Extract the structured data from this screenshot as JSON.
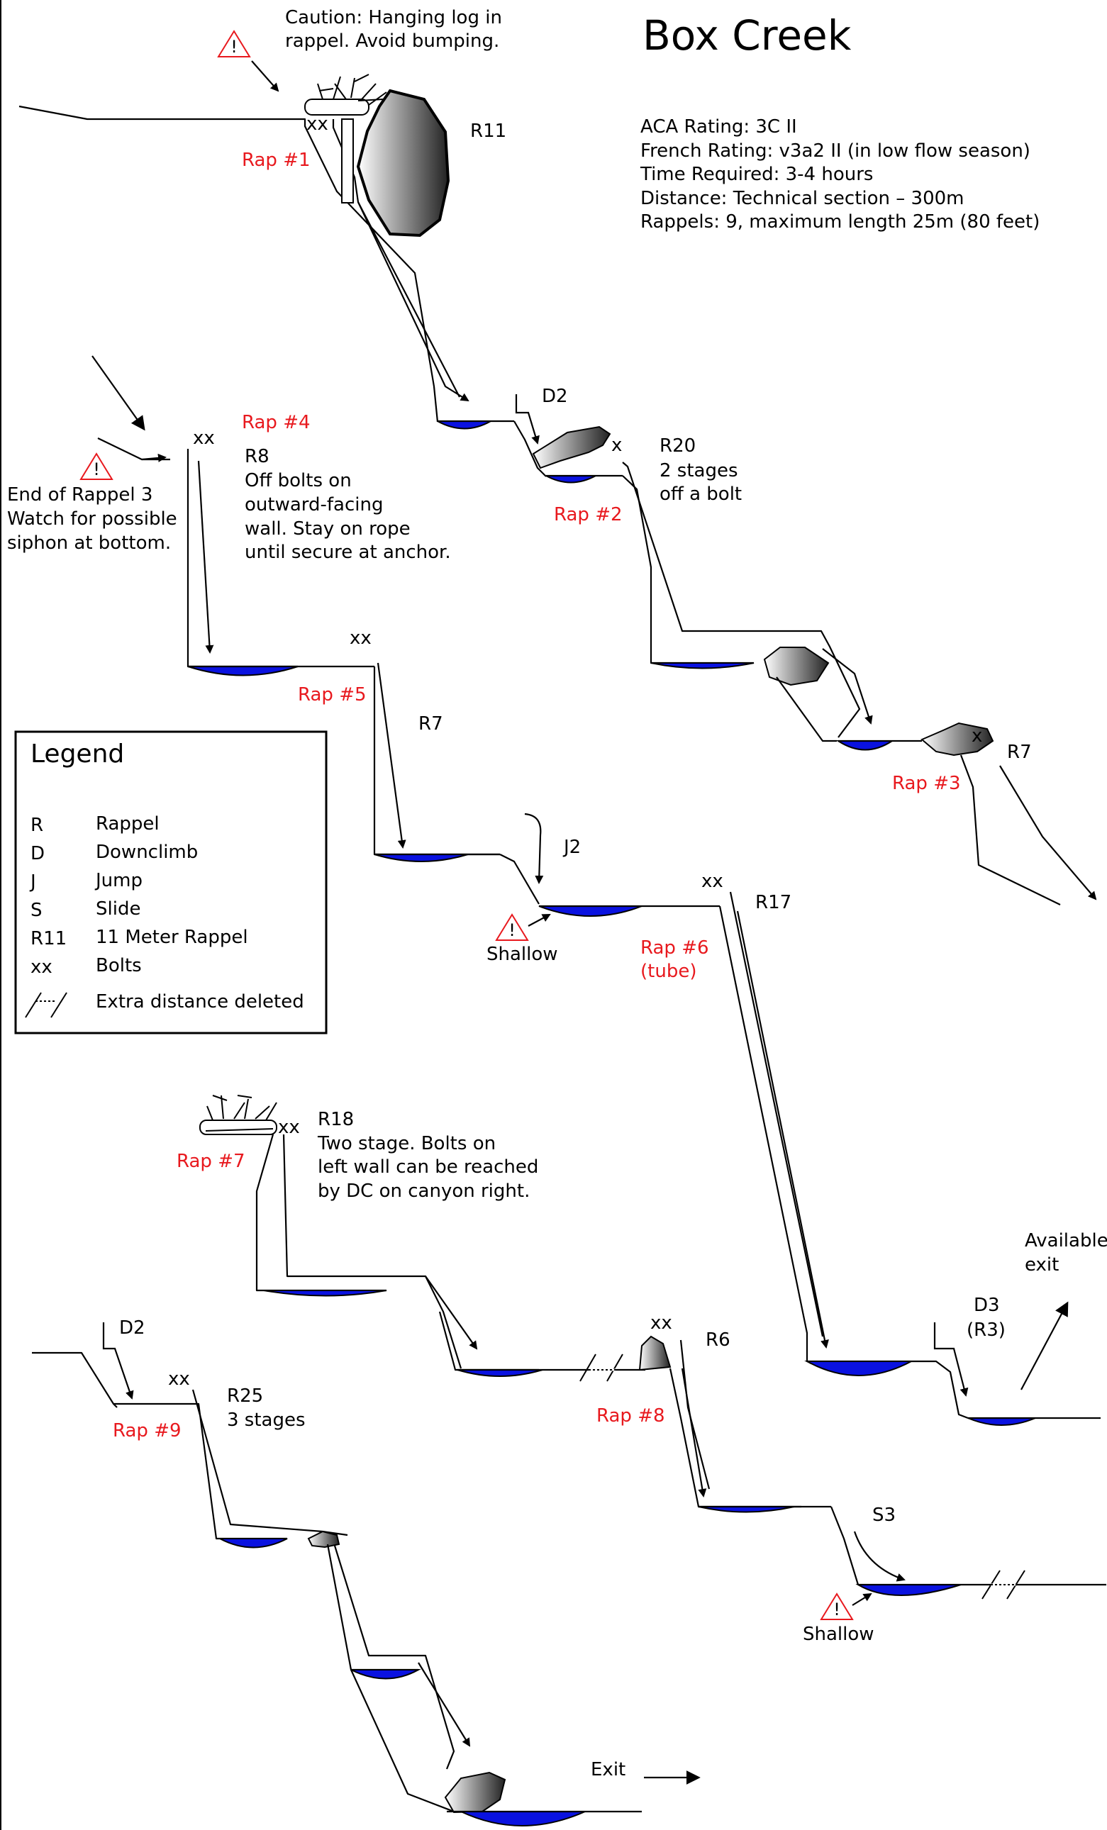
{
  "title": "Box Creek",
  "info": {
    "aca": "ACA Rating: 3C II",
    "french": "French Rating: v3a2 II (in low flow season)",
    "time": "Time Required: 3-4 hours",
    "distance": "Distance: Technical section – 300m",
    "rappels": "Rappels: 9, maximum length 25m (80 feet)"
  },
  "legend": {
    "title": "Legend",
    "items": [
      {
        "key": "R",
        "desc": "Rappel"
      },
      {
        "key": "D",
        "desc": "Downclimb"
      },
      {
        "key": "J",
        "desc": "Jump"
      },
      {
        "key": "S",
        "desc": "Slide"
      },
      {
        "key": "R11",
        "desc": "11 Meter Rappel"
      },
      {
        "key": "xx",
        "desc": "Bolts"
      },
      {
        "key": "",
        "desc": "Extra distance deleted"
      }
    ]
  },
  "warnings": {
    "caution_l1": "Caution: Hanging log in",
    "caution_l2": "rappel. Avoid bumping.",
    "end3_l1": "End of Rappel 3",
    "end3_l2": "Watch for possible",
    "end3_l3": "siphon at bottom.",
    "shallow1": "Shallow",
    "shallow2": "Shallow"
  },
  "raps": {
    "r1": "Rap #1",
    "r2": "Rap #2",
    "r3": "Rap #3",
    "r4": "Rap #4",
    "r5": "Rap #5",
    "r6": "Rap #6",
    "r6b": "(tube)",
    "r7": "Rap #7",
    "r8": "Rap #8",
    "r9": "Rap #9"
  },
  "notes": {
    "r11": "R11",
    "d2a": "D2",
    "r20": "R20",
    "r20_l2": "2 stages",
    "r20_l3": "off a bolt",
    "x_a": "x",
    "x_b": "x",
    "r7a": "R7",
    "r8": "R8",
    "r8_l2": "Off bolts on",
    "r8_l3": "outward-facing",
    "r8_l4": "wall. Stay on rope",
    "r8_l5": "until secure at anchor.",
    "r7b": "R7",
    "j2": "J2",
    "r17": "R17",
    "r18": "R18",
    "r18_l2": "Two stage. Bolts on",
    "r18_l3": "left wall can be reached",
    "r18_l4": "by DC on canyon right.",
    "available": "Available",
    "exit_word": "exit",
    "d3": "D3",
    "r3p": "(R3)",
    "r6": "R6",
    "s3": "S3",
    "d2b": "D2",
    "r25": "R25",
    "r25_l2": "3 stages",
    "exit": "Exit"
  },
  "bolts": {
    "b1": "xx",
    "b4": "xx",
    "b5": "xx",
    "b6": "xx",
    "b7": "xx",
    "b8": "xx",
    "b9": "xx"
  },
  "colors": {
    "water": "#0a12e0",
    "rap_label": "#e8191e",
    "warning": "#e8191e"
  }
}
